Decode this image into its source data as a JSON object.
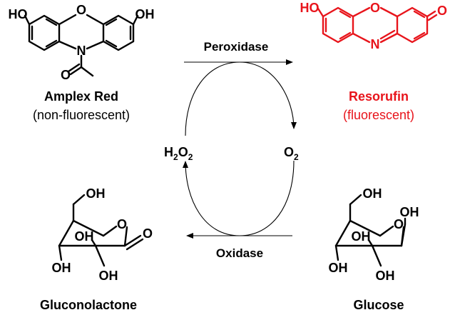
{
  "colors": {
    "text": "#000000",
    "product_red": "#e8141b",
    "background": "#ffffff"
  },
  "amplex_red": {
    "name": "Amplex Red",
    "description": "(non-fluorescent)",
    "atoms": {
      "oh_left": "HO",
      "oh_right": "OH",
      "ring_o": "O",
      "n": "N",
      "carbonyl_o": "O"
    }
  },
  "resorufin": {
    "name": "Resorufin",
    "description": "(fluorescent)",
    "atoms": {
      "ho": "HO",
      "ring_o": "O",
      "n": "N",
      "keto_o": "O"
    }
  },
  "gluconolactone": {
    "name": "Gluconolactone",
    "atoms": {
      "oh_top": "OH",
      "ring_o": "O",
      "carbonyl_o": "O",
      "oh_3": "OH",
      "oh_2": "OH",
      "oh_4": "OH"
    }
  },
  "glucose": {
    "name": "Glucose",
    "atoms": {
      "oh_top": "OH",
      "ring_o": "O",
      "oh_anomeric": "OH",
      "oh_3": "OH",
      "oh_4": "OH",
      "oh_2": "OH"
    }
  },
  "cycle": {
    "top_enzyme": "Peroxidase",
    "bottom_enzyme": "Oxidase",
    "left": {
      "main": "H",
      "sub1": "2",
      "mid": "O",
      "sub2": "2"
    },
    "right": {
      "main": "O",
      "sub": "2"
    }
  }
}
